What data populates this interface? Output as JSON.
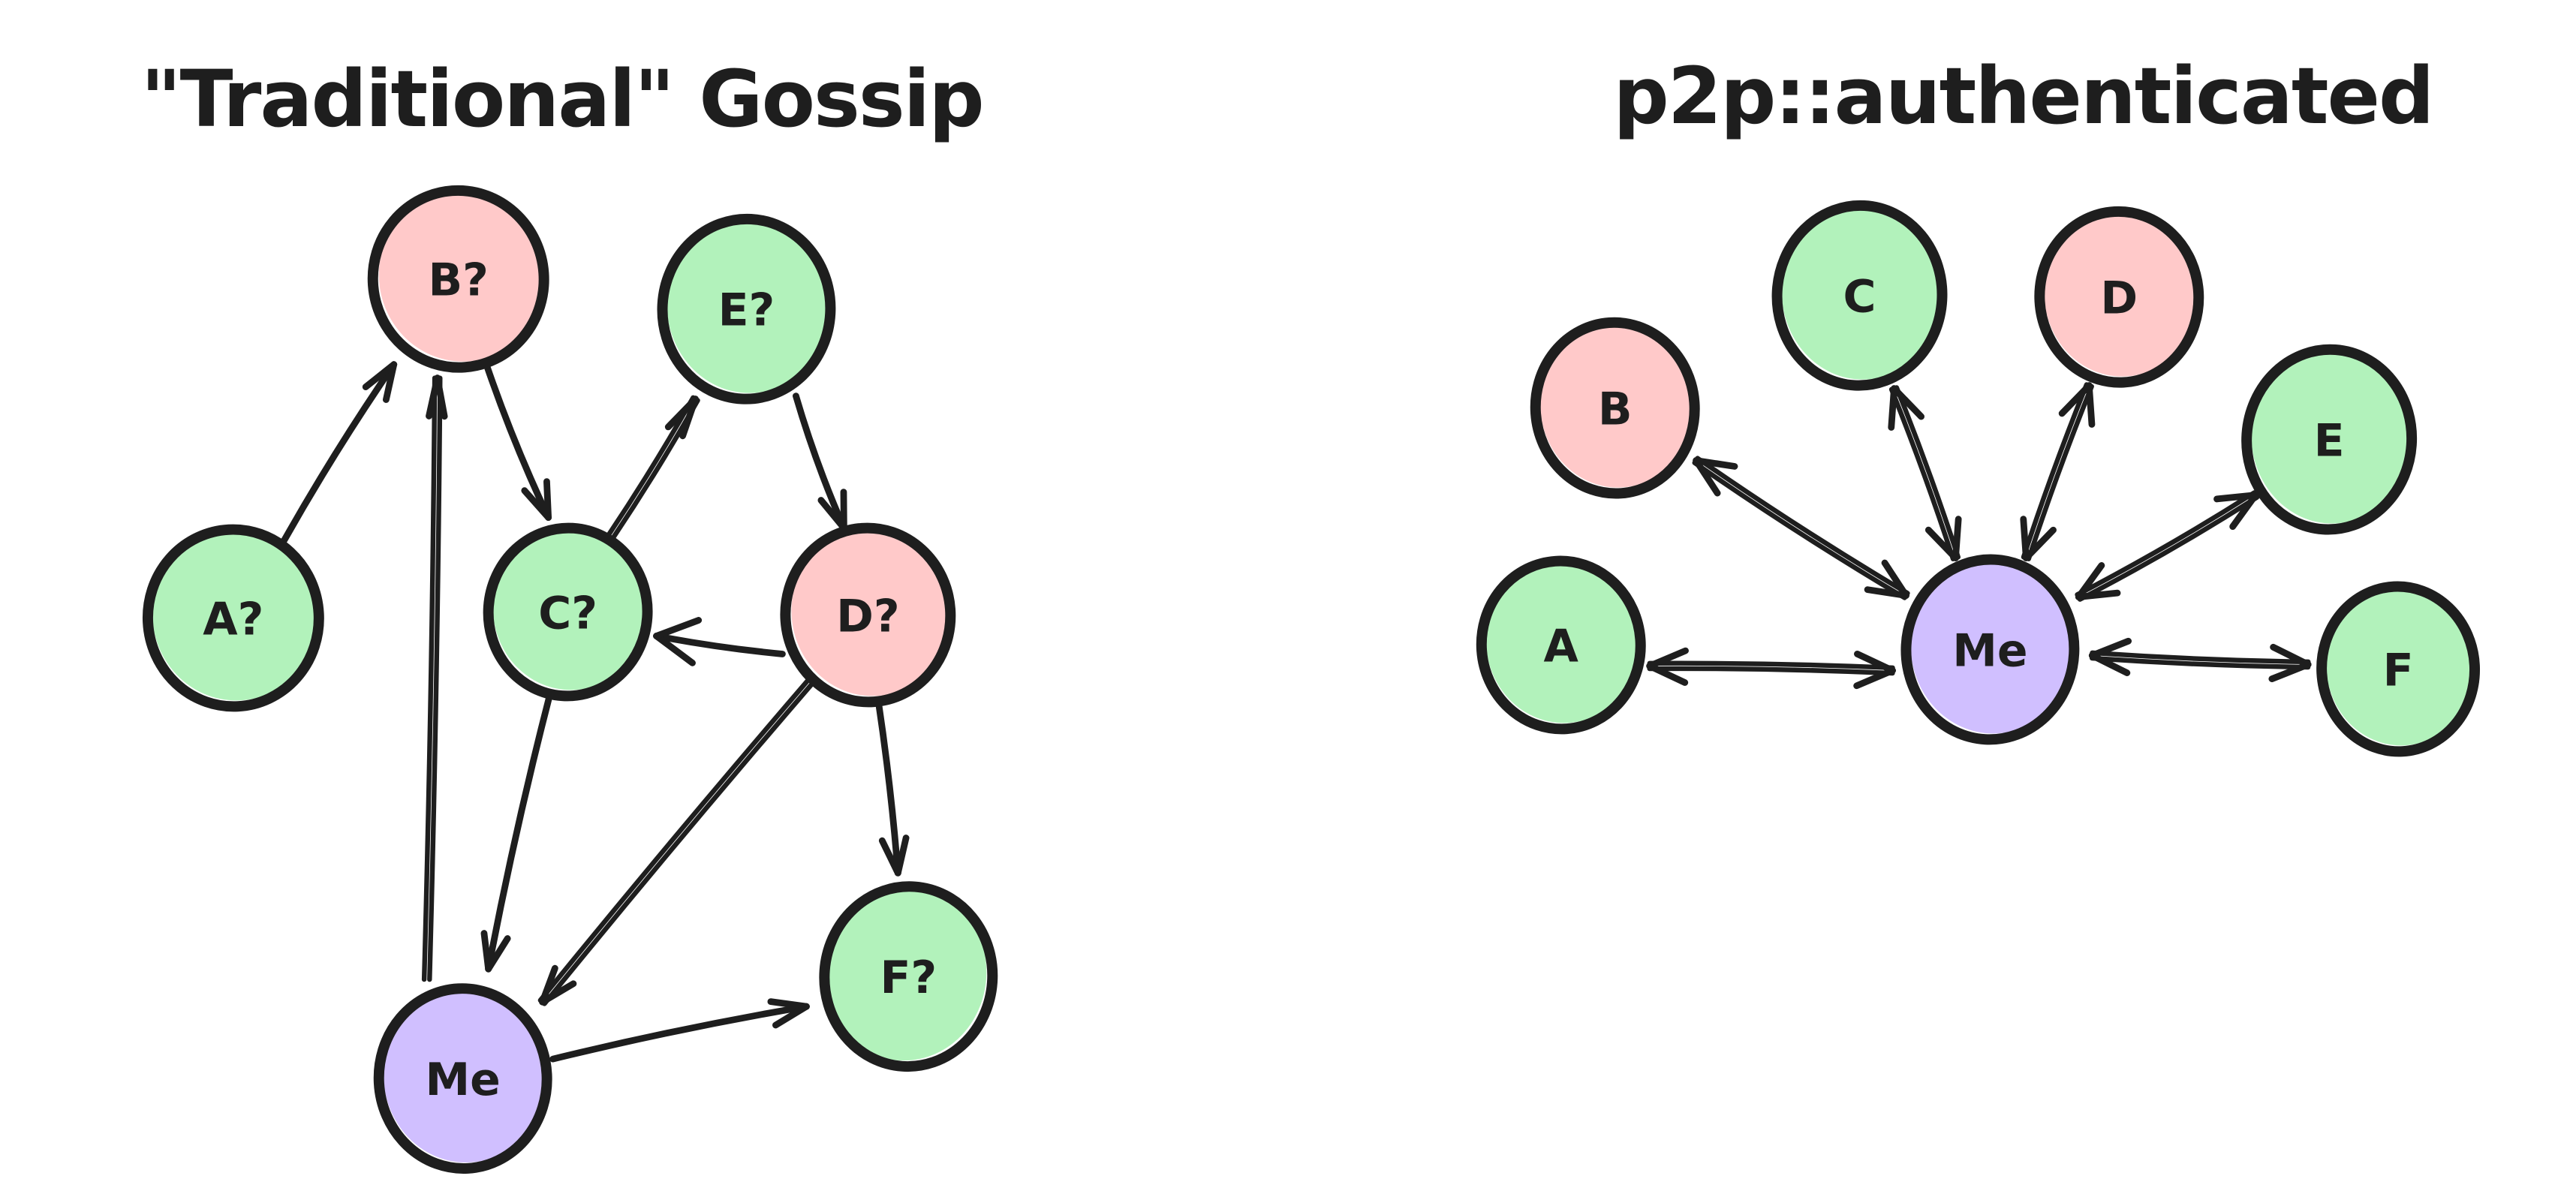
{
  "left": {
    "title": "\"Traditional\" Gossip",
    "nodes": {
      "a": {
        "label": "A?",
        "color": "green"
      },
      "b": {
        "label": "B?",
        "color": "pink"
      },
      "c": {
        "label": "C?",
        "color": "green"
      },
      "d": {
        "label": "D?",
        "color": "pink"
      },
      "e": {
        "label": "E?",
        "color": "green"
      },
      "f": {
        "label": "F?",
        "color": "green"
      },
      "me": {
        "label": "Me",
        "color": "purple"
      }
    },
    "edges": [
      {
        "from": "A?",
        "to": "B?",
        "type": "directed"
      },
      {
        "from": "Me",
        "to": "B?",
        "type": "directed"
      },
      {
        "from": "B?",
        "to": "C?",
        "type": "directed"
      },
      {
        "from": "C?",
        "to": "E?",
        "type": "directed"
      },
      {
        "from": "E?",
        "to": "D?",
        "type": "directed"
      },
      {
        "from": "D?",
        "to": "C?",
        "type": "directed"
      },
      {
        "from": "C?",
        "to": "Me",
        "type": "directed"
      },
      {
        "from": "D?",
        "to": "Me",
        "type": "directed"
      },
      {
        "from": "D?",
        "to": "F?",
        "type": "directed"
      },
      {
        "from": "Me",
        "to": "F?",
        "type": "directed"
      }
    ]
  },
  "right": {
    "title": "p2p::authenticated",
    "nodes": {
      "a": {
        "label": "A",
        "color": "green"
      },
      "b": {
        "label": "B",
        "color": "pink"
      },
      "c": {
        "label": "C",
        "color": "green"
      },
      "d": {
        "label": "D",
        "color": "pink"
      },
      "e": {
        "label": "E",
        "color": "green"
      },
      "f": {
        "label": "F",
        "color": "green"
      },
      "me": {
        "label": "Me",
        "color": "purple"
      }
    },
    "edges": [
      {
        "from": "Me",
        "to": "A",
        "type": "bidirectional"
      },
      {
        "from": "Me",
        "to": "B",
        "type": "bidirectional"
      },
      {
        "from": "Me",
        "to": "C",
        "type": "bidirectional"
      },
      {
        "from": "Me",
        "to": "D",
        "type": "bidirectional"
      },
      {
        "from": "Me",
        "to": "E",
        "type": "bidirectional"
      },
      {
        "from": "Me",
        "to": "F",
        "type": "bidirectional"
      }
    ]
  },
  "colors": {
    "green": "#b2f2bb",
    "pink": "#ffc9c9",
    "purple": "#d0bfff",
    "ink": "#1e1e1e",
    "background": "#ffffff"
  }
}
